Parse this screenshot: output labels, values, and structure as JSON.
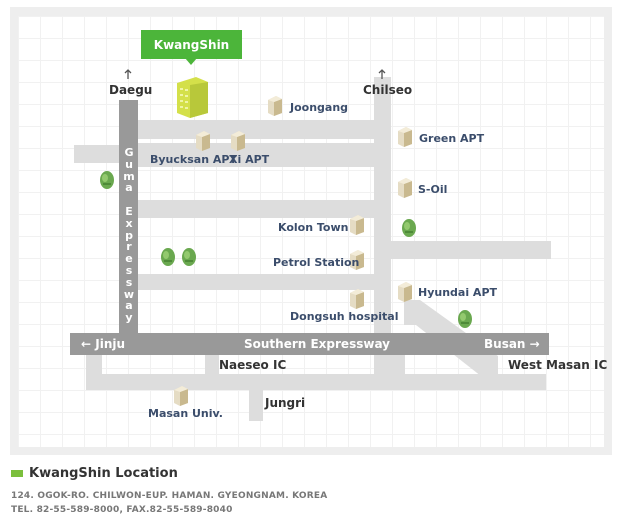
{
  "marker": {
    "label": "KwangShin"
  },
  "directions": {
    "daegu": "Daegu",
    "chilseo": "Chilseo",
    "jinju": "Jinju",
    "busan": "Busan"
  },
  "roads": {
    "guma": [
      "G",
      "u",
      "m",
      "a",
      " ",
      "E",
      "x",
      "p",
      "r",
      "e",
      "s",
      "s",
      "w",
      "a",
      "y"
    ],
    "southern": "Southern Expressway"
  },
  "places": {
    "joongang": "Joongang",
    "green_apt": "Green APT",
    "byucksan": "Byucksan APT",
    "xi_apt": "Xi APT",
    "s_oil": "S-Oil",
    "kolon": "Kolon Town",
    "petrol": "Petrol Station",
    "hyundai": "Hyundai APT",
    "dongsuh": "Dongsuh hospital",
    "naeseo": "Naeseo IC",
    "west_masan": "West Masan IC",
    "jungri": "Jungri",
    "masan_univ": "Masan Univ."
  },
  "legend": {
    "title": "KwangShin Location",
    "address": "124. OGOK-RO. CHILWON-EUP. HAMAN. GYEONGNAM. KOREA",
    "tel": "TEL. 82-55-589-8000, FAX.82-55-589-8040"
  },
  "colors": {
    "road": "#dddddd",
    "expressway": "#999999",
    "brand": "#4cb53a",
    "tree": "#6aa84f",
    "building": "#e5dcc4"
  }
}
